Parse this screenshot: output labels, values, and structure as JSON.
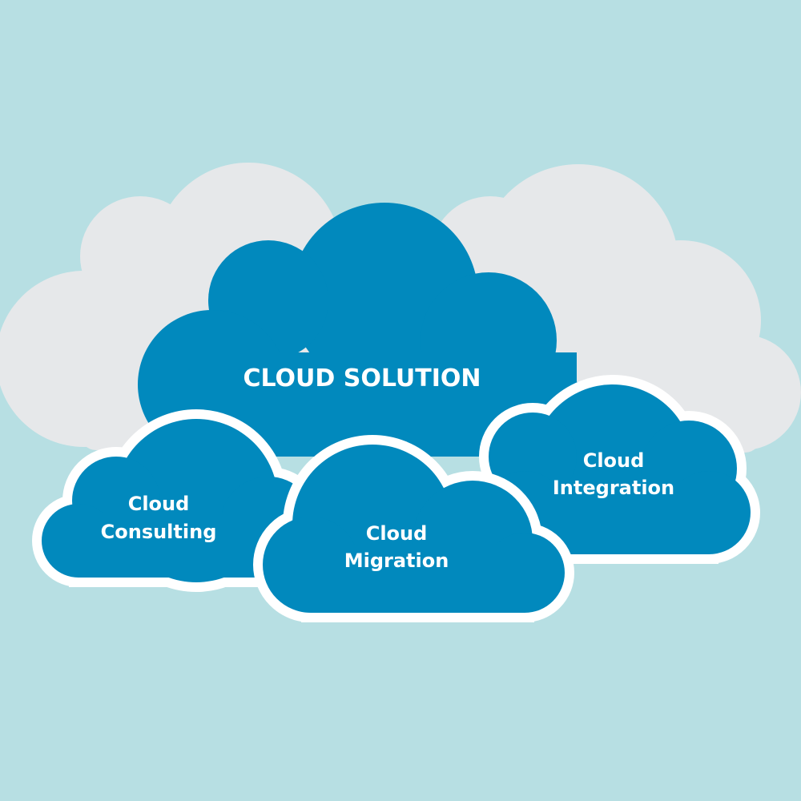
{
  "colors": {
    "background": "#b7dfe3",
    "gray_cloud": "#e6e8ea",
    "blue_cloud": "#0189bd",
    "outline": "#ffffff"
  },
  "main": {
    "title": "CLOUD SOLUTION"
  },
  "clouds": [
    {
      "line1": "Cloud",
      "line2": "Consulting"
    },
    {
      "line1": "Cloud",
      "line2": "Migration"
    },
    {
      "line1": "Cloud",
      "line2": "Integration"
    }
  ]
}
